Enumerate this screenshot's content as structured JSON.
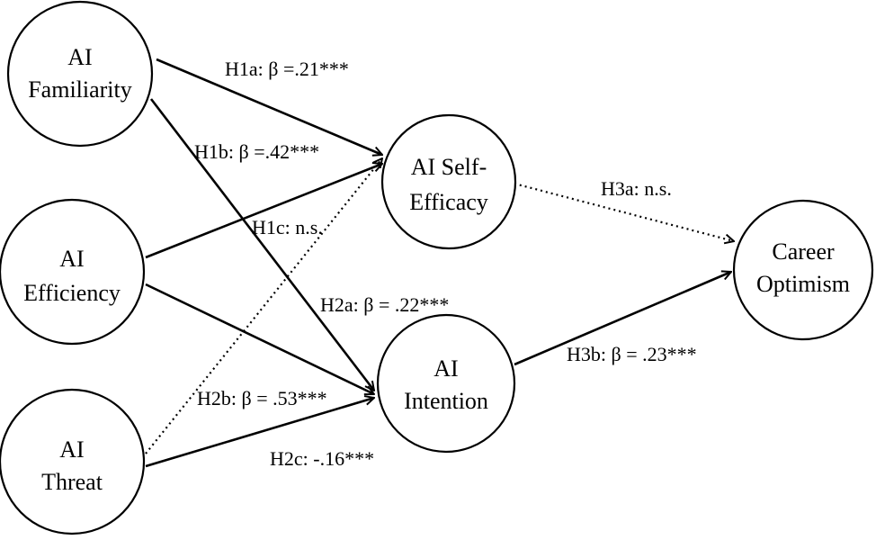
{
  "nodes": {
    "familiarity": {
      "line1": "AI",
      "line2": "Familiarity"
    },
    "efficiency": {
      "line1": "AI",
      "line2": "Efficiency"
    },
    "threat": {
      "line1": "AI",
      "line2": "Threat"
    },
    "self_efficacy": {
      "line1": "AI Self-",
      "line2": "Efficacy"
    },
    "intention": {
      "line1": "AI",
      "line2": "Intention"
    },
    "career": {
      "line1": "Career",
      "line2": "Optimism"
    }
  },
  "paths": {
    "h1a": "H1a: β =.21***",
    "h1b": "H1b: β =.42***",
    "h1c": "H1c: n.s.",
    "h2a": "H2a: β = .22***",
    "h2b": "H2b: β = .53***",
    "h2c": "H2c: -.16***",
    "h3a": "H3a: n.s.",
    "h3b": "H3b: β = .23***"
  }
}
